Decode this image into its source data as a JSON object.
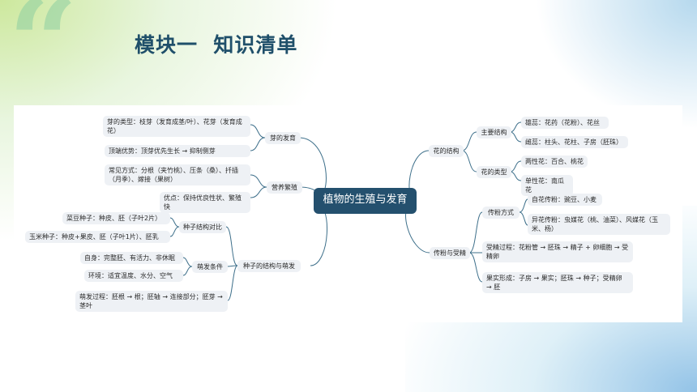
{
  "slide": {
    "title": "模块一  知识清单",
    "quote_glyph": "“",
    "colors": {
      "title": "#1f4f6a",
      "center_node": "#24506e",
      "node_bg": "#eef1f5",
      "connector": "#3d6f8a"
    }
  },
  "mindmap": {
    "center": "植物的生殖与发育",
    "left": [
      {
        "label": "芽的发育",
        "children": [
          "芽的类型：枝芽（发育成茎/叶）、花芽（发育成花）",
          "顶端优势：顶芽优先生长 → 抑制侧芽"
        ]
      },
      {
        "label": "营养繁殖",
        "children": [
          "常见方式：分根（夹竹桃）、压条（桑）、扦插（月季）、嫁接（果树）",
          "优点：保持优良性状、繁殖快"
        ]
      },
      {
        "label": "种子的结构与萌发",
        "children": [
          {
            "label": "种子结构对比",
            "children": [
              "菜豆种子：种皮、胚（子叶2片）",
              "玉米种子：种皮+果皮、胚（子叶1片）、胚乳"
            ]
          },
          {
            "label": "萌发条件",
            "children": [
              "自身：完整胚、有活力、非休眠",
              "环境：适宜温度、水分、空气"
            ]
          },
          "萌发过程：胚根 → 根；胚轴 → 连接部分；胚芽 → 茎叶"
        ]
      }
    ],
    "right": [
      {
        "label": "花的结构",
        "children": [
          {
            "label": "主要结构",
            "children": [
              "雄蕊：花药（花粉）、花丝",
              "雌蕊：柱头、花柱、子房（胚珠）"
            ]
          },
          {
            "label": "花的类型",
            "children": [
              "两性花：百合、桃花",
              "单性花：南瓜花"
            ]
          }
        ]
      },
      {
        "label": "传粉与受精",
        "children": [
          {
            "label": "传粉方式",
            "children": [
              "自花传粉：豌豆、小麦",
              "异花传粉：虫媒花（桃、油菜）、风媒花（玉米、杨）"
            ]
          },
          "受精过程：花粉管 → 胚珠 → 精子 + 卵细胞 → 受精卵",
          "果实形成：子房 → 果实；胚珠 → 种子；受精卵 → 胚"
        ]
      }
    ]
  }
}
